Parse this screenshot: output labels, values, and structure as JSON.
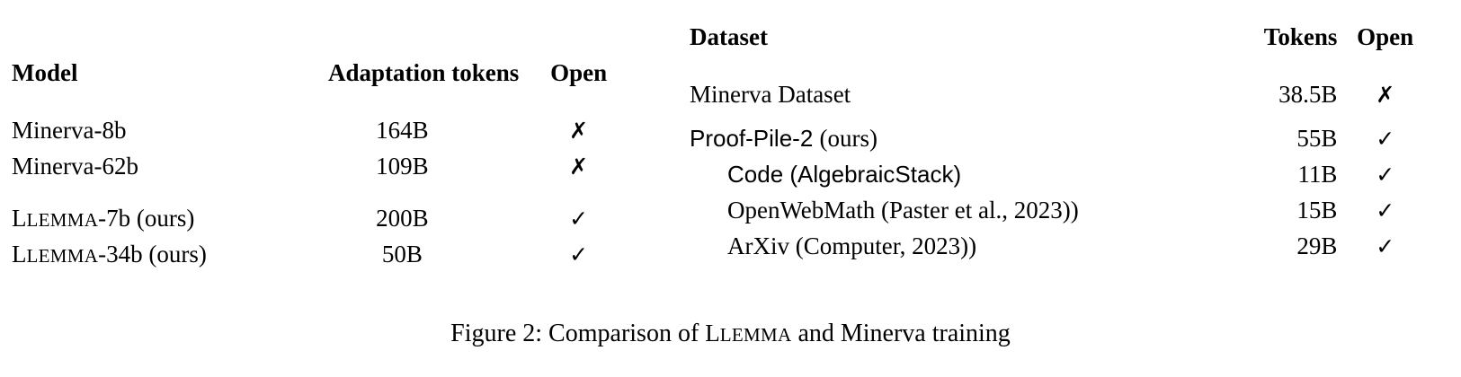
{
  "figure": {
    "caption_prefix": "Figure 2: Comparison of ",
    "caption_model_first": "L",
    "caption_model_rest": "LEMMA",
    "caption_suffix": " and Minerva training",
    "caption_full": "Figure 2: Comparison of LLEMMA and Minerva training"
  },
  "marks": {
    "yes": "✓",
    "no": "✗"
  },
  "left_table": {
    "headers": {
      "model": "Model",
      "tokens": "Adaptation tokens",
      "open": "Open"
    },
    "groups": [
      {
        "rows": [
          {
            "model": "Minerva-8b",
            "model_first": "",
            "model_rest": "",
            "model_tail": "",
            "tokens": "164B",
            "open": "✗"
          },
          {
            "model": "Minerva-62b",
            "model_first": "",
            "model_rest": "",
            "model_tail": "",
            "tokens": "109B",
            "open": "✗"
          }
        ]
      },
      {
        "rows": [
          {
            "model": "LLEMMA-7b (ours)",
            "model_first": "L",
            "model_rest": "LEMMA",
            "model_tail": "-7b (ours)",
            "tokens": "200B",
            "open": "✓"
          },
          {
            "model": "LLEMMA-34b (ours)",
            "model_first": "L",
            "model_rest": "LEMMA",
            "model_tail": "-34b (ours)",
            "tokens": "50B",
            "open": "✓"
          }
        ]
      }
    ]
  },
  "right_table": {
    "headers": {
      "dataset": "Dataset",
      "tokens": "Tokens",
      "open": "Open"
    },
    "groups": [
      {
        "rows": [
          {
            "name_sans": "",
            "name_serif": "Minerva Dataset",
            "tokens": "38.5B",
            "open": "✗",
            "indent": false
          }
        ]
      },
      {
        "rows": [
          {
            "name_sans": "Proof-Pile-2 ",
            "name_serif": "(ours)",
            "tokens": "55B",
            "open": "✓",
            "indent": false
          },
          {
            "name_sans": "Code (AlgebraicStack)",
            "name_serif": "",
            "tokens": "11B",
            "open": "✓",
            "indent": true
          },
          {
            "name_sans": "",
            "name_serif": "OpenWebMath (Paster et al., 2023))",
            "tokens": "15B",
            "open": "✓",
            "indent": true
          },
          {
            "name_sans": "",
            "name_serif": "ArXiv (Computer, 2023))",
            "tokens": "29B",
            "open": "✓",
            "indent": true
          }
        ]
      }
    ]
  }
}
